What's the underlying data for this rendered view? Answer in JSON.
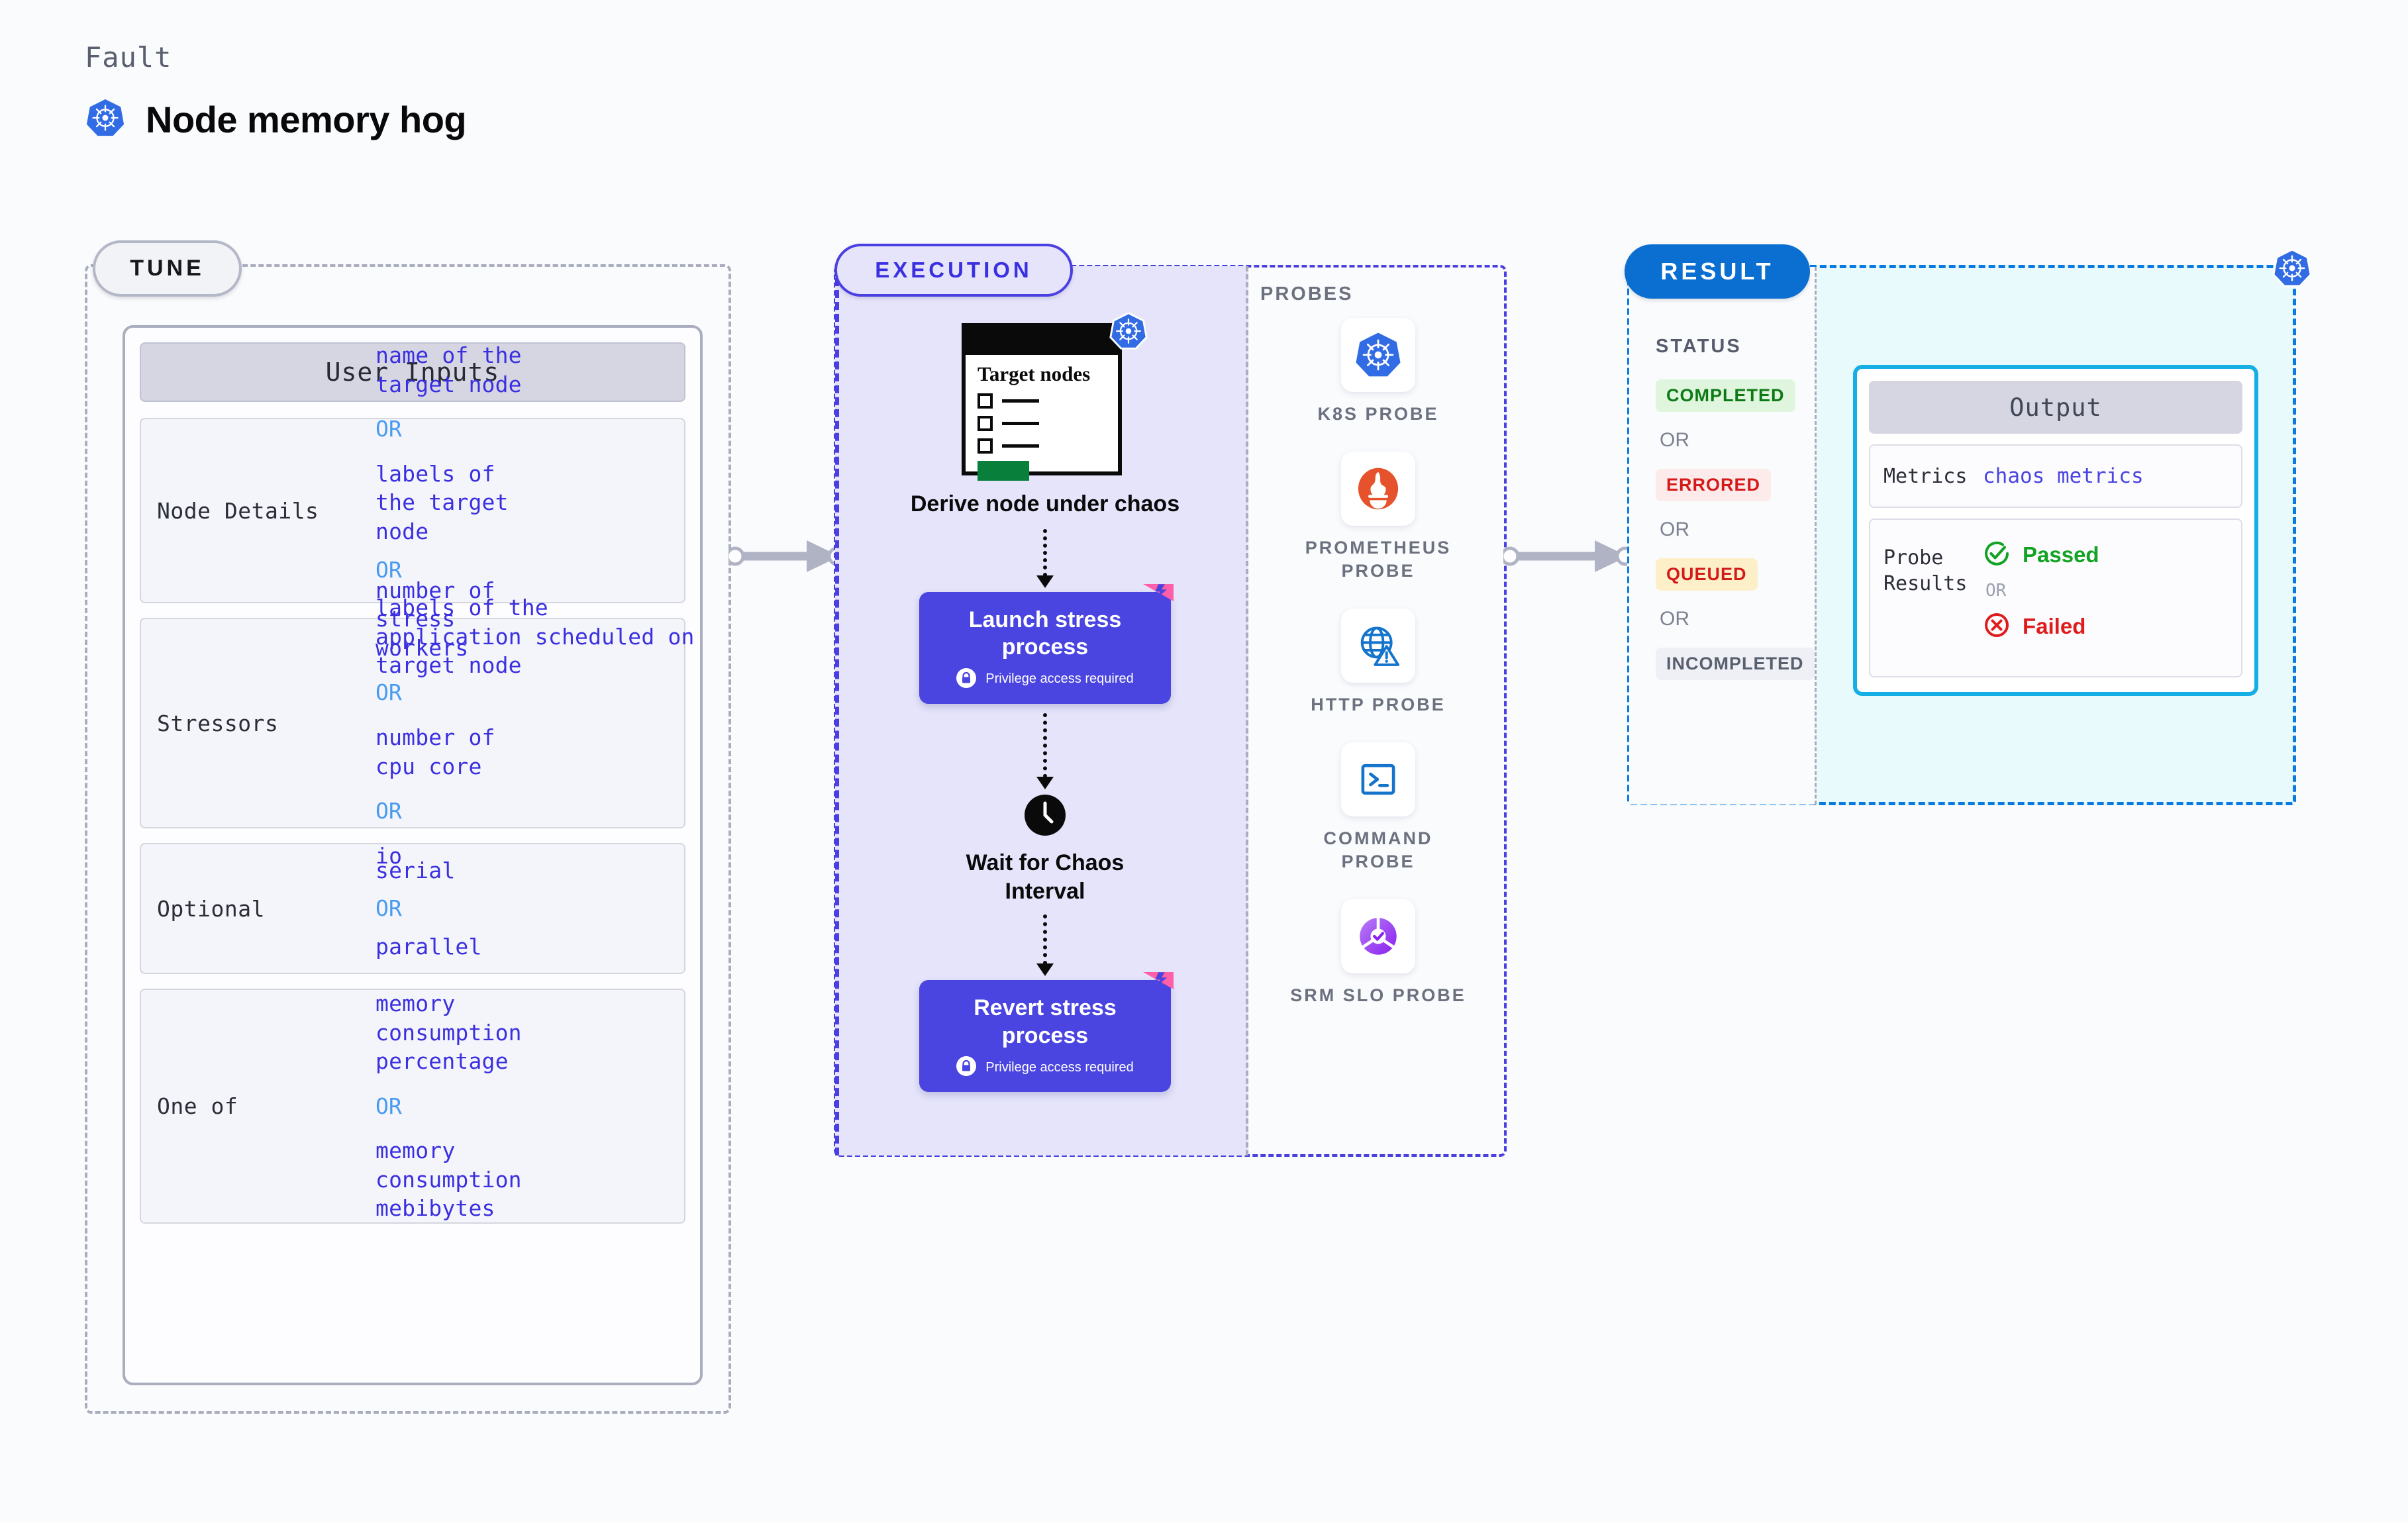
{
  "header": {
    "kicker": "Fault",
    "title": "Node memory hog",
    "icon": "kubernetes-icon"
  },
  "tune": {
    "pill_label": "TUNE",
    "card_title": "User Inputs",
    "groups": [
      {
        "label": "Node Details",
        "items": [
          {
            "type": "value",
            "text": "name of the target node"
          },
          {
            "type": "or",
            "text": "OR"
          },
          {
            "type": "value",
            "text": "labels of the target node"
          },
          {
            "type": "or",
            "text": "OR"
          },
          {
            "type": "value",
            "text": "labels of the application scheduled on target node"
          }
        ]
      },
      {
        "label": "Stressors",
        "items": [
          {
            "type": "value",
            "text": "number of stress workers"
          },
          {
            "type": "or",
            "text": "OR"
          },
          {
            "type": "value",
            "text": "number of cpu core"
          },
          {
            "type": "or",
            "text": "OR"
          },
          {
            "type": "value",
            "text": "io"
          }
        ]
      },
      {
        "label": "Optional",
        "items": [
          {
            "type": "value",
            "text": "serial"
          },
          {
            "type": "or",
            "text": "OR"
          },
          {
            "type": "value",
            "text": "parallel"
          }
        ]
      },
      {
        "label": "One of",
        "items": [
          {
            "type": "value",
            "text": "memory consumption percentage"
          },
          {
            "type": "or",
            "text": "OR"
          },
          {
            "type": "value",
            "text": "memory consumption mebibytes"
          }
        ]
      }
    ]
  },
  "execution": {
    "pill_label": "EXECUTION",
    "target_card": {
      "title": "Target nodes",
      "badge_icon": "kubernetes-icon",
      "checkbox_rows": 3
    },
    "steps": [
      {
        "name": "derive",
        "caption": "Derive node under chaos"
      },
      {
        "name": "launch",
        "caption": "Launch stress process",
        "note": "Privilege access required",
        "note_icon": "lock-icon",
        "ribbon": "ribbon-icon"
      },
      {
        "name": "wait",
        "caption": "Wait for Chaos Interval",
        "icon": "clock-icon"
      },
      {
        "name": "revert",
        "caption": "Revert stress process",
        "note": "Privilege access required",
        "note_icon": "lock-icon",
        "ribbon": "ribbon-icon"
      }
    ],
    "probes_label": "PROBES",
    "probes": [
      {
        "icon": "kubernetes-icon",
        "caption": "K8S PROBE"
      },
      {
        "icon": "prometheus-icon",
        "caption": "PROMETHEUS PROBE"
      },
      {
        "icon": "globe-warning-icon",
        "caption": "HTTP PROBE"
      },
      {
        "icon": "terminal-icon",
        "caption": "COMMAND PROBE"
      },
      {
        "icon": "slo-gauge-icon",
        "caption": "SRM SLO PROBE"
      }
    ]
  },
  "result": {
    "pill_label": "RESULT",
    "status_label": "STATUS",
    "statuses": [
      {
        "text": "COMPLETED",
        "bg": "#dff5de",
        "fg": "#0d7a14"
      },
      {
        "text": "OR",
        "separator": true
      },
      {
        "text": "ERRORED",
        "bg": "#fdeaea",
        "fg": "#d51a1a"
      },
      {
        "text": "OR",
        "separator": true
      },
      {
        "text": "QUEUED",
        "bg": "#fdf0c9",
        "fg": "#d51a1a"
      },
      {
        "text": "OR",
        "separator": true
      },
      {
        "text": "INCOMPLETED",
        "bg": "#eff0f5",
        "fg": "#585f6e"
      }
    ],
    "badge_icon": "kubernetes-icon",
    "output": {
      "title": "Output",
      "metrics_label": "Metrics",
      "metrics_value": "chaos metrics",
      "probe_results_label": "Probe Results",
      "passed_text": "Passed",
      "passed_icon": "check-circle-icon",
      "or_text": "OR",
      "failed_text": "Failed",
      "failed_icon": "x-circle-icon"
    }
  },
  "colors": {
    "purple": "#4a44e0",
    "execution_bg": "#e5e4fb",
    "result_border": "#0a7ae0",
    "result_bg": "#e9fafd",
    "output_border": "#15aee5",
    "kubernetes_blue": "#326ce5",
    "prometheus_orange": "#e6522c",
    "passed_green": "#13a324",
    "failed_red": "#e01b1b",
    "value_indigo": "#3b30e0",
    "or_blue": "#4a9bf0"
  }
}
